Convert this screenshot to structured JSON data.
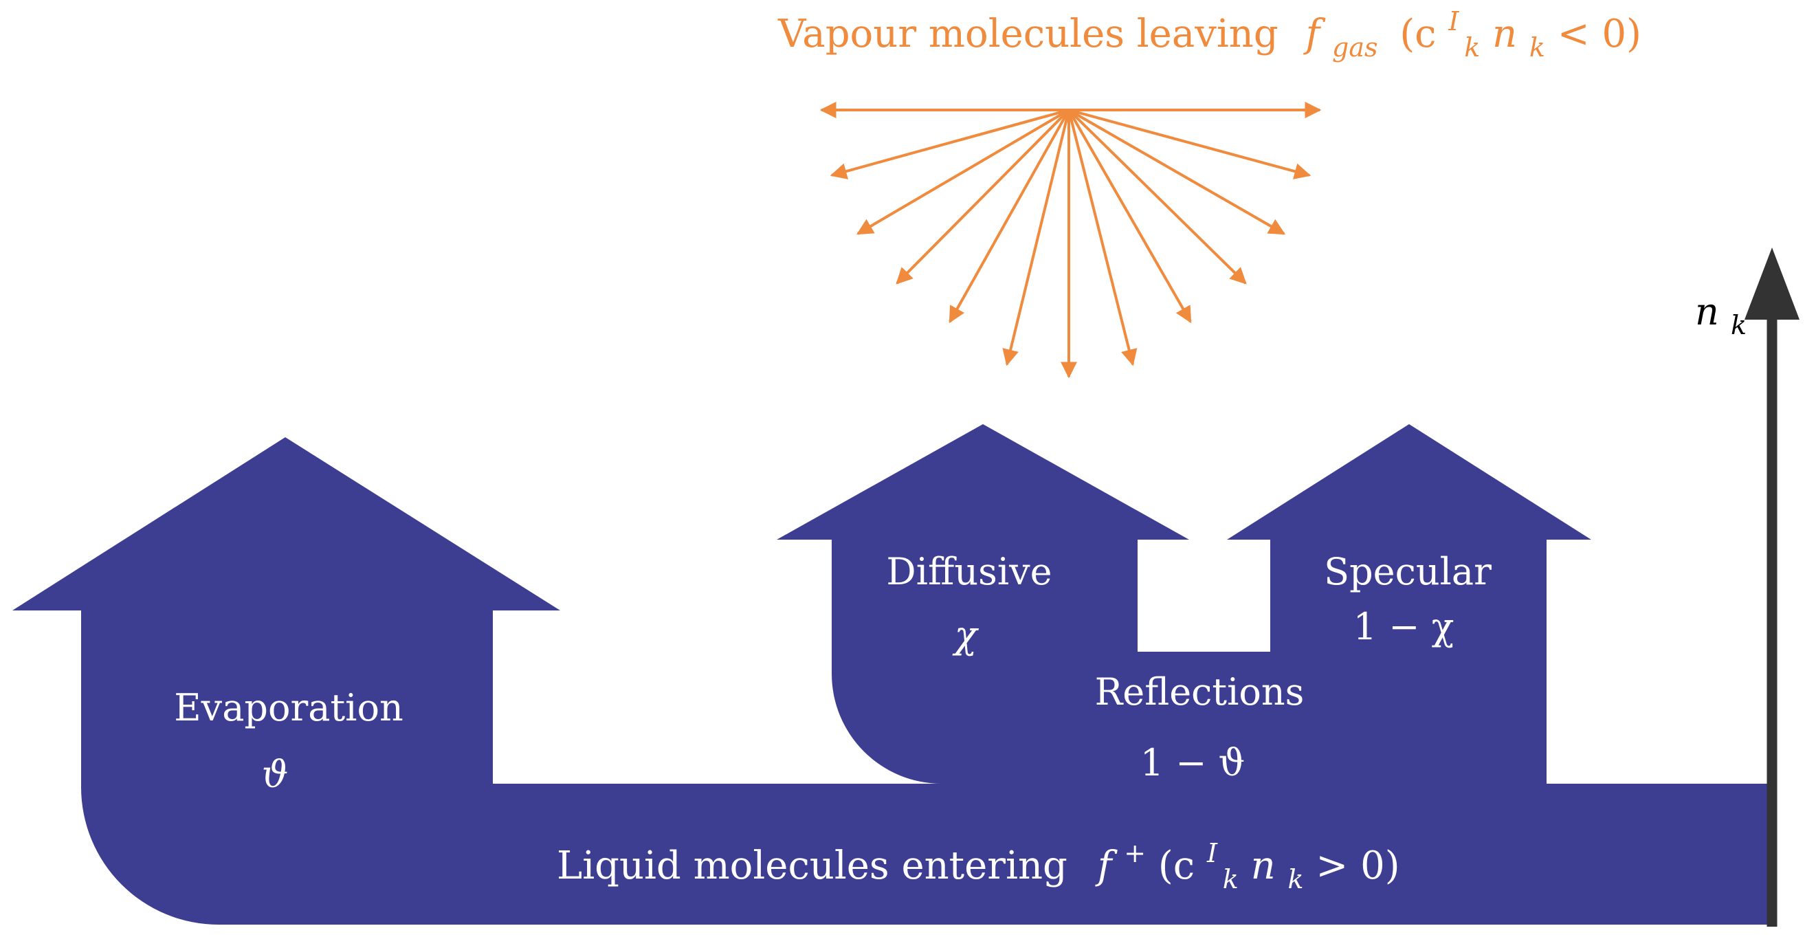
{
  "title": {
    "text": "Vapour molecules leaving",
    "symbol": "f",
    "symbol_sub": "gas",
    "condition_open": "(c",
    "condition_sup": "I",
    "condition_sub": "k",
    "condition_n": "n",
    "condition_n_sub": "k",
    "condition_rest": " < 0)"
  },
  "axis": {
    "label": "n",
    "label_sub": "k"
  },
  "evaporation": {
    "label": "Evaporation",
    "symbol": "ϑ"
  },
  "diffusive": {
    "label": "Diffusive",
    "symbol": "χ"
  },
  "specular": {
    "label": "Specular",
    "symbol": "1 − χ"
  },
  "reflections": {
    "label": "Reflections",
    "symbol": "1 − ϑ"
  },
  "liquid": {
    "text": "Liquid molecules entering",
    "symbol": "f",
    "symbol_sup": "+",
    "condition_open": "(c",
    "condition_sup": "I",
    "condition_sub": "k",
    "condition_n": "n",
    "condition_n_sub": "k",
    "condition_rest": " > 0)"
  },
  "colors": {
    "flow": "#3D3D91",
    "vapour": "#F08A3C",
    "axis": "#333333"
  }
}
